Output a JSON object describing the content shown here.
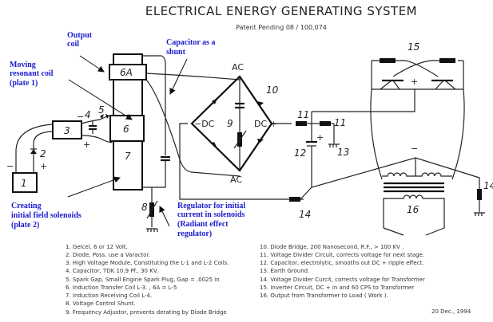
{
  "title": "ELECTRICAL ENERGY GENERATING SYSTEM",
  "subtitle": "Patent Pending 08 / 100,074",
  "annotations": {
    "output_coil": [
      "Output",
      "coil"
    ],
    "moving_coil": [
      "Moving",
      "resonant coil",
      "(plate 1)"
    ],
    "capacitor_shunt": [
      "Capacitor as a",
      "shunt"
    ],
    "field_solenoids": [
      "Creating",
      "initial field solenoids",
      "(plate 2)"
    ],
    "regulator": [
      "Regulator for initial",
      "current in solenoids",
      "(Radiant effect",
      "regulator)"
    ]
  },
  "components": {
    "c1": "1",
    "c2": "2",
    "c3": "3",
    "c4": "4",
    "c5": "5",
    "c6": "6",
    "c6a": "6A",
    "c7": "7",
    "c8": "8",
    "c9": "9",
    "c10": "10",
    "c11a": "11",
    "c11b": "11",
    "c12": "12",
    "c13": "13",
    "c14a": "14",
    "c14b": "14",
    "c15": "15",
    "c16": "16"
  },
  "symbols": {
    "ac_top": "AC",
    "ac_bottom": "AC",
    "dc_minus": "−DC",
    "dc_plus": "DC +",
    "minus": "−",
    "plus": "+"
  },
  "legend_left": [
    "1. Gelcel, 6 or 12 Volt.",
    "2. Diode, Poss. use a Varactor.",
    "3. High Voltage Module, Constituting the L-1 and L-2 Coils.",
    "4. Capacitor, TDK  10.9  Pf., 30 KV.",
    "5. Spark Gap, Small Engine Spark Plug, Gap = .0025 in",
    "6. Induction Transfer Coil  L-3. , 6A = L-5",
    "7. Induction Receiving Coil L-4.",
    "8. Voltage Control Shunt.",
    "9. Frequency Adjustor, prevents derating by Diode Bridge"
  ],
  "legend_right": [
    "10. Diode Bridge, 200 Nanosecond, R.F., > 100 KV .",
    "11. Voltage Divider Circuit, corrects voltage for next stage.",
    "12. Capacitor, electrolytic, smooths out DC + ripple effect.",
    "13. Earth Ground.",
    "14. Voltage Divider Curcit, corrects voltage for Transformer",
    "15. Inverter Circuit, DC + in and 60 CPS  to Transformer",
    "16. Output from Transformer to Load ( Work )."
  ],
  "date": "20 Dec., 1994"
}
